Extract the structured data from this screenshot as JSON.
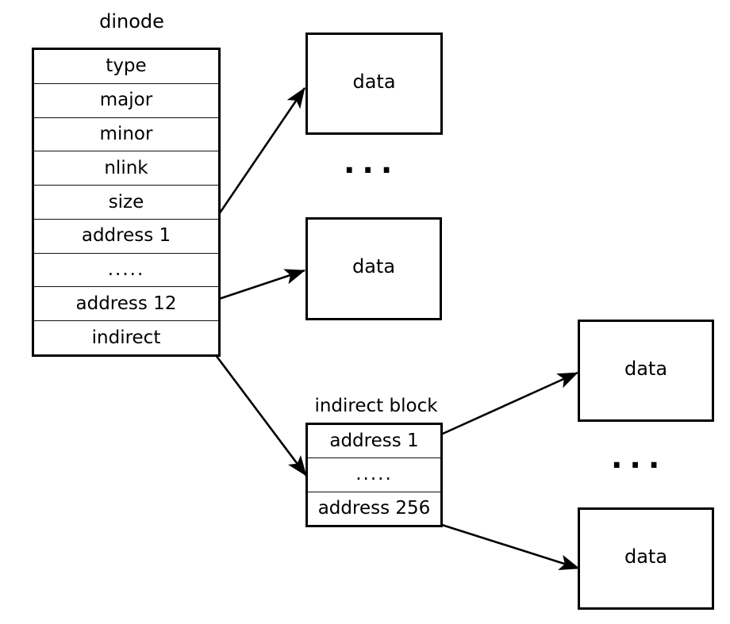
{
  "figure": {
    "background": "#ffffff",
    "line_color": "#000000",
    "text_color": "#000000"
  },
  "dinode": {
    "title": "dinode",
    "rows": [
      "type",
      "major",
      "minor",
      "nlink",
      "size",
      "address 1",
      ".....",
      "address 12",
      "indirect"
    ]
  },
  "indirect_block": {
    "title": "indirect block",
    "rows": [
      "address 1",
      ".....",
      "address 256"
    ]
  },
  "data_boxes": [
    {
      "label": "data"
    },
    {
      "label": "data"
    },
    {
      "label": "data"
    },
    {
      "label": "data"
    }
  ],
  "ellipses": [
    "...",
    "..."
  ]
}
